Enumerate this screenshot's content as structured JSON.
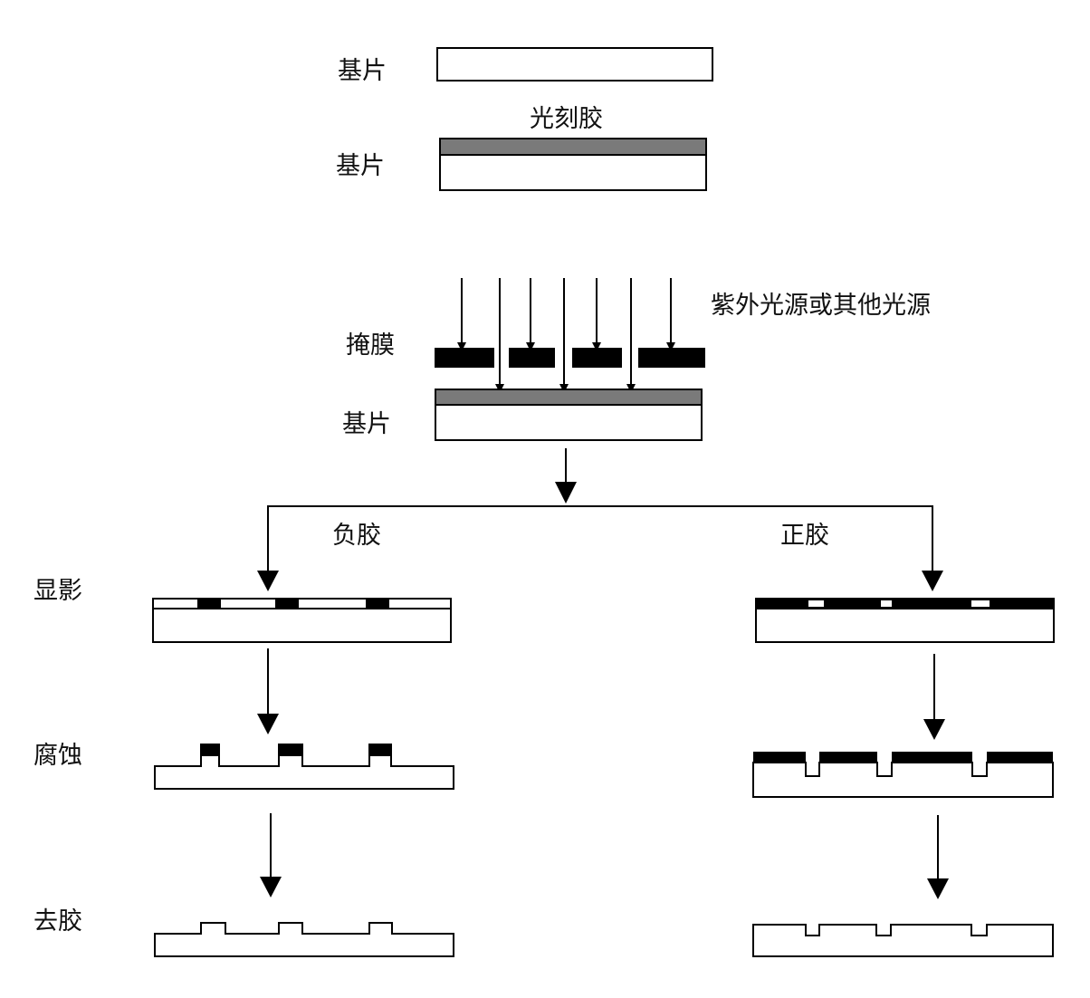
{
  "labels": {
    "substrate": "基片",
    "photoresist": "光刻胶",
    "light_source": "紫外光源或其他光源",
    "mask": "掩膜",
    "negative_resist": "负胶",
    "positive_resist": "正胶",
    "develop": "显影",
    "etch": "腐蚀",
    "strip": "去胶"
  },
  "colors": {
    "line": "#000000",
    "substrate_fill": "#ffffff",
    "resist_gray": "#7a7a7a",
    "resist_dark": "#000000"
  }
}
